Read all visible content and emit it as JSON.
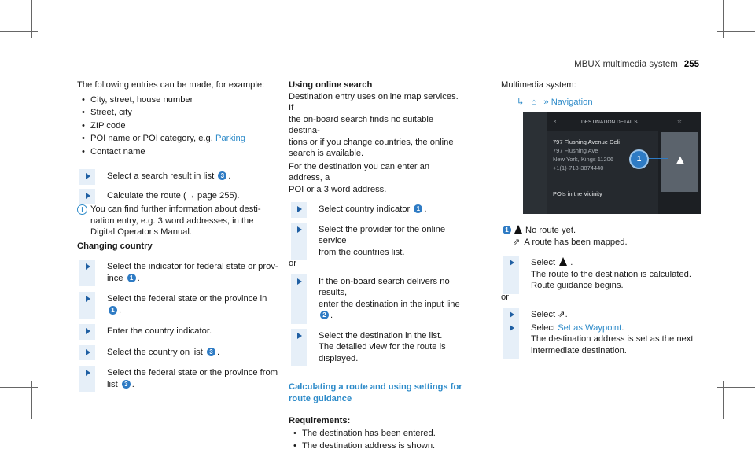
{
  "header": {
    "title": "MBUX multimedia system",
    "page": "255"
  },
  "col1": {
    "intro": "The following entries can be made, for example:",
    "bullets": [
      "City, street, house number",
      "Street, city",
      "ZIP code",
      "POI name or POI category, e.g.",
      "Contact name"
    ],
    "parking_link": "Parking",
    "step1a": "Select a search result in list",
    "step1b": ".",
    "step2": "Calculate the route (",
    "step2_ref": "→ page 255).",
    "note_l1": "You can find further information about desti-",
    "note_l2": "nation entry, e.g. 3 word addresses, in the",
    "note_l3": "Digital Operator's Manual.",
    "heading": "Changing country",
    "s1_l1": "Select the indicator for federal state or prov-",
    "s1_l2": "ince",
    "s2_l1": "Select the federal state or the province in",
    "s3": "Enter the country indicator.",
    "s4": "Select the country on list",
    "s5_l1": "Select the federal state or the province from",
    "s5_l2": "list"
  },
  "col2": {
    "heading": "Using online search",
    "p_l1": "Destination entry uses online map services. If",
    "p_l2": "the on-board search finds no suitable destina-",
    "p_l3": "tions or if you change countries, the online",
    "p_l4": "search is available.",
    "p2_l1": "For the destination you can enter an address, a",
    "p2_l2": "POI or a 3 word address.",
    "s1": "Select country indicator",
    "s2_l1": "Select the provider for the online service",
    "s2_l2": "from the countries list.",
    "or": "or",
    "s3_l1": "If the on-board search delivers no results,",
    "s3_l2": "enter the destination in the input line",
    "s4_l1": "Select the destination in the list.",
    "s4_l2": "The detailed view for the route is displayed.",
    "section": "Calculating a route and using settings for route guidance",
    "req": "Requirements:",
    "req1": "The destination has been entered.",
    "req2": "The destination address is shown."
  },
  "col3": {
    "intro": "Multimedia system:",
    "nav_label": "Navigation",
    "screen": {
      "title": "DESTINATION DETAILS",
      "name": "797 Flushing Avenue Deli",
      "addr1": "797 Flushing Ave",
      "addr2": "New York, Kings 11206",
      "phone": "+1(1)-718-3874440",
      "pois": "POIs in the Vicinity"
    },
    "c1": "No route yet.",
    "c2": "A route has been mapped.",
    "s1": "Select",
    "s1b_l1": "The route to the destination is calculated.",
    "s1b_l2": "Route guidance begins.",
    "or": "or",
    "s2": "Select",
    "s3": "Select",
    "s3_link": "Set as Waypoint",
    "s3b_l1": "The destination address is set as the next",
    "s3b_l2": "intermediate destination."
  },
  "colors": {
    "accent": "#2e8bc9",
    "step_bar": "#e6eff8"
  }
}
